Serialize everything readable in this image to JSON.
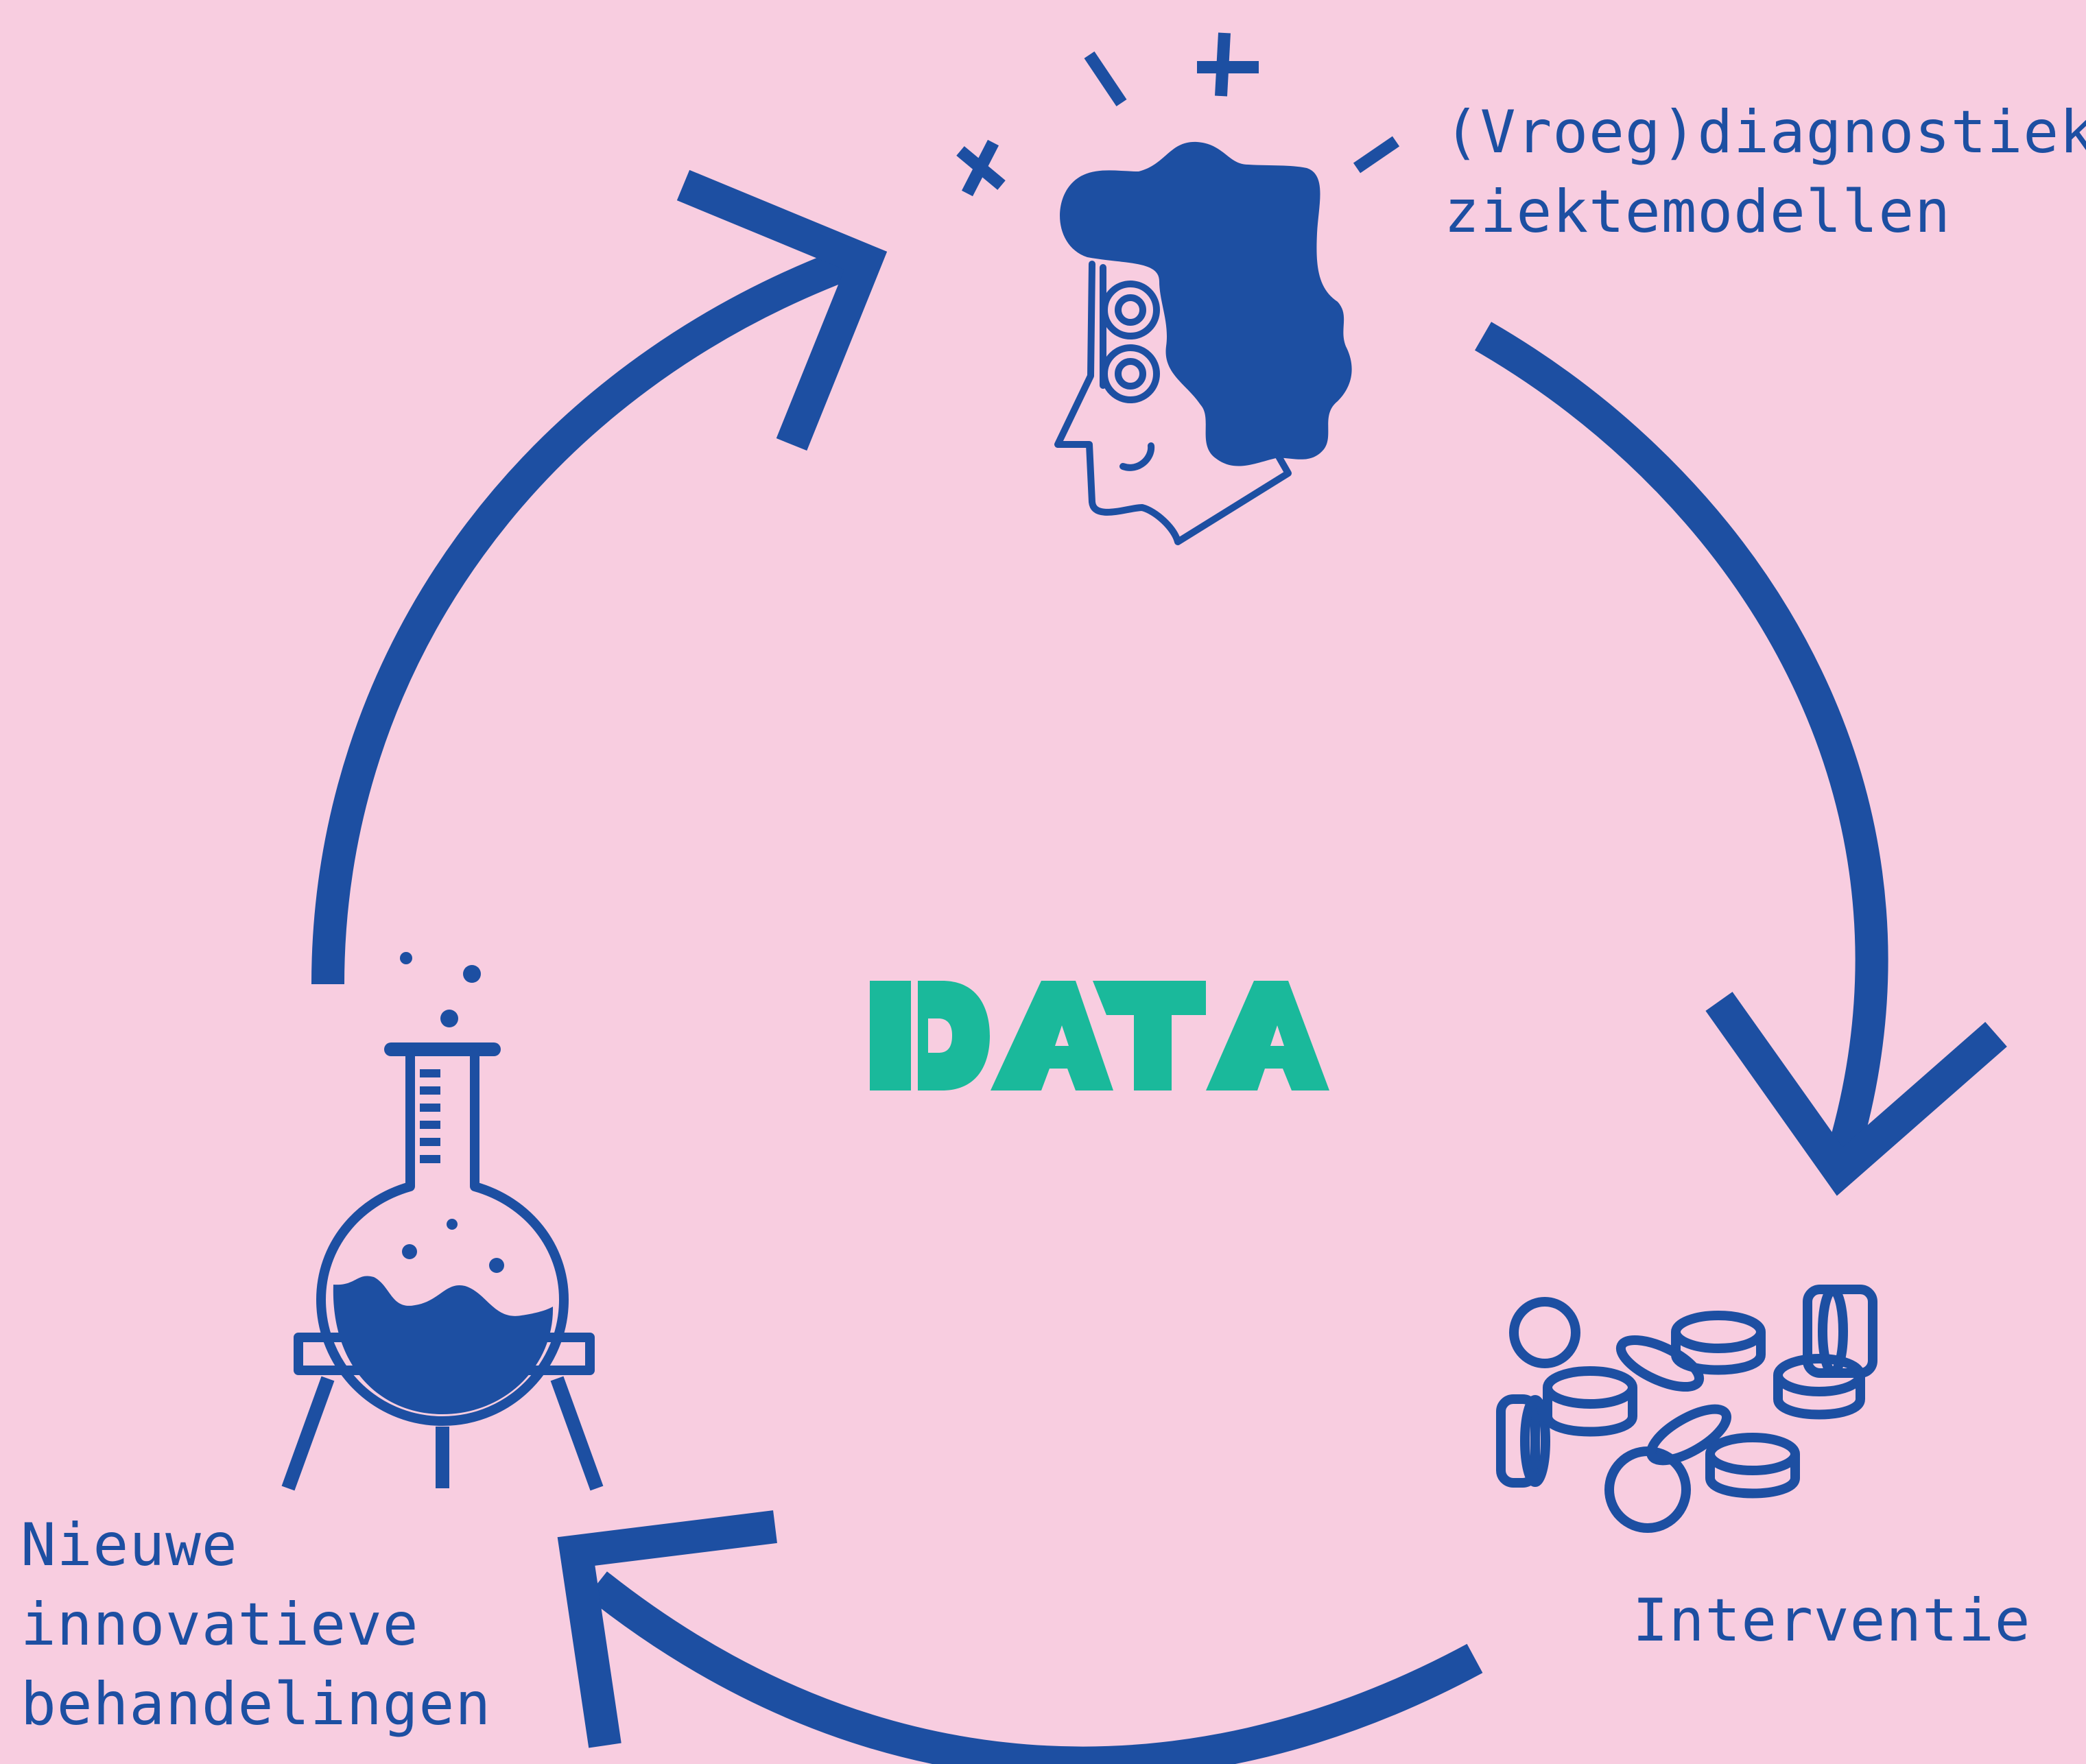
{
  "colors": {
    "background": "#f8cde0",
    "cycle_blue": "#1d4fa2",
    "data_green": "#1ab99b"
  },
  "center": {
    "word": "DATA"
  },
  "nodes": {
    "diagnostics": {
      "lines": [
        "(Vroeg)diagnostiek &",
        "ziektemodellen"
      ],
      "icon": "thinking-head-icon"
    },
    "intervention": {
      "lines": [
        "Interventie"
      ],
      "icon": "pills-icon"
    },
    "treatments": {
      "lines": [
        "Nieuwe",
        "innovatieve",
        "behandelingen"
      ],
      "icon": "lab-flask-icon"
    }
  }
}
